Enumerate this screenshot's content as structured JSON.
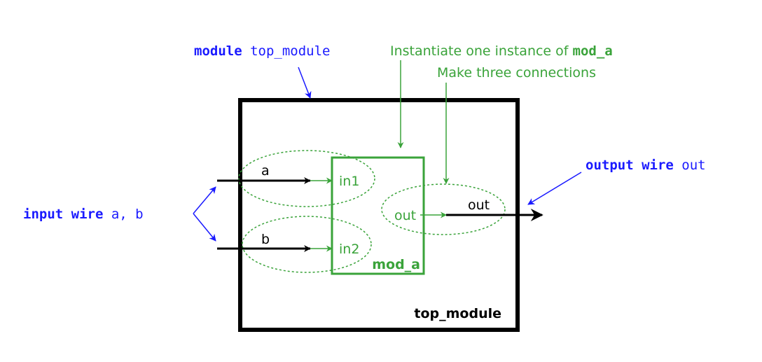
{
  "colors": {
    "keyword": "#1a1aff",
    "instance": "#3aa33a",
    "wire": "#000000",
    "module_border": "#000000"
  },
  "annotations": {
    "module_keyword": "module",
    "module_name": "top_module",
    "instantiate_prefix": "Instantiate one instance of ",
    "instantiate_name": "mod_a",
    "connections_note": "Make three connections",
    "input_keyword": "input wire",
    "input_names": "a, b",
    "output_keyword": "output wire",
    "output_name": "out"
  },
  "top_module": {
    "label": "top_module"
  },
  "mod_a": {
    "label": "mod_a",
    "ports": {
      "in1": "in1",
      "in2": "in2",
      "out": "out"
    }
  },
  "wires": {
    "a": "a",
    "b": "b",
    "out": "out"
  }
}
